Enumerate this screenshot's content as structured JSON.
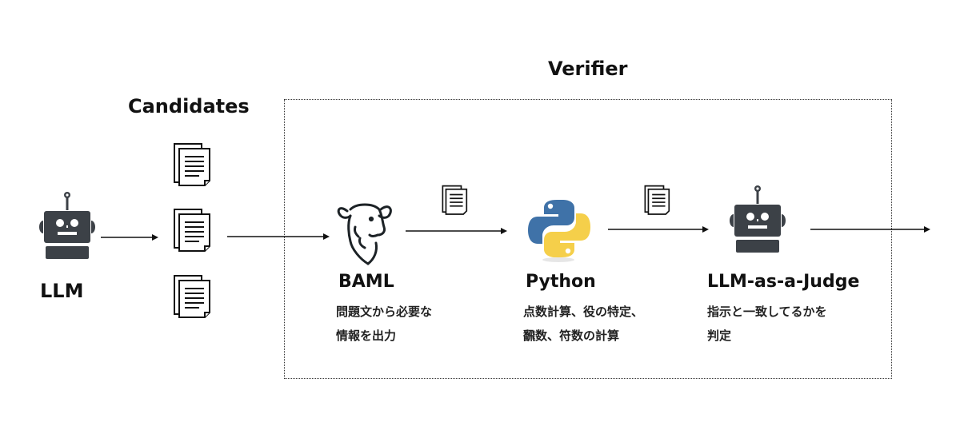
{
  "title": "Verifier",
  "llm": {
    "label": "LLM",
    "icon": "robot-icon"
  },
  "candidates": {
    "label": "Candidates",
    "count": 3,
    "icon": "document-icon"
  },
  "stages": [
    {
      "label": "BAML",
      "desc_line1": "問題文から必要な",
      "desc_line2": "情報を出力",
      "icon": "lamb-icon"
    },
    {
      "label": "Python",
      "desc_line1": "点数計算、役の特定、",
      "desc_line2": "飜数、符数の計算",
      "icon": "python-logo-icon"
    },
    {
      "label": "LLM-as-a-Judge",
      "desc_line1": "指示と一致してるかを",
      "desc_line2": "判定",
      "icon": "robot-icon"
    }
  ],
  "colors": {
    "robot": "#3c4147",
    "python_blue": "#3f72a8",
    "python_yellow": "#f5cf4a",
    "line": "#111111"
  }
}
